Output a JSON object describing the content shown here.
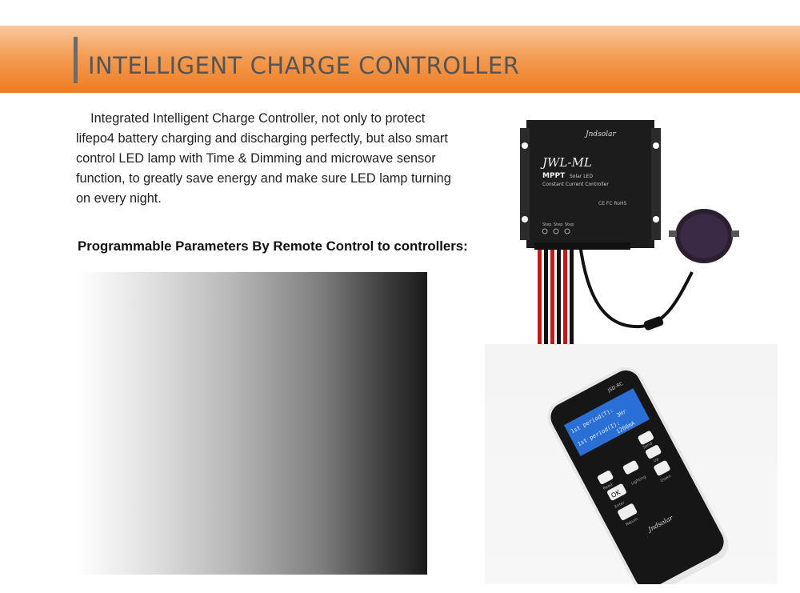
{
  "header": {
    "title": "INTELLIGENT CHARGE CONTROLLER"
  },
  "intro": {
    "text": "Integrated Intelligent Charge Controller, not only to protect lifepo4 battery charging and discharging perfectly, but also smart control LED lamp with Time & Dimming and microwave sensor function, to greatly save energy and make sure LED lamp turning on every night.",
    "lines": [
      "    Integrated Intelligent Charge Controller, not only to protect",
      "lifepo4 battery charging and discharging perfectly, but also smart",
      "control LED lamp with Time & Dimming and microwave sensor",
      "function, to greatly save energy and make sure LED lamp turning",
      "on every night."
    ]
  },
  "params": {
    "heading": "Programmable Parameters By Remote Control to controllers:"
  },
  "controller": {
    "brand": "Jndsolar",
    "model": "JWL-ML",
    "mppt": "MPPT",
    "subtitle1": "Solar LED",
    "subtitle2": "Constant Current Controller",
    "cert": "CE FC RoHS",
    "step_labels": [
      "Step",
      "Step",
      "Step"
    ]
  },
  "remote": {
    "model_tag": "JSD-RC",
    "screen_line1": "1st period(T):",
    "screen_line1b": "3Hr",
    "screen_line2": "1st period(I):",
    "screen_line2b": "1200mA",
    "ok": "OK",
    "labels": [
      "Read",
      "Send",
      "Lighting",
      "Up",
      "Down",
      "Enter",
      "Return"
    ],
    "brand": "Jndsolar"
  },
  "colors": {
    "banner_orange": "#ee7c22",
    "title_gray": "#555555",
    "controller_body": "#1c1c1c",
    "remote_screen": "#2a6fd6"
  }
}
